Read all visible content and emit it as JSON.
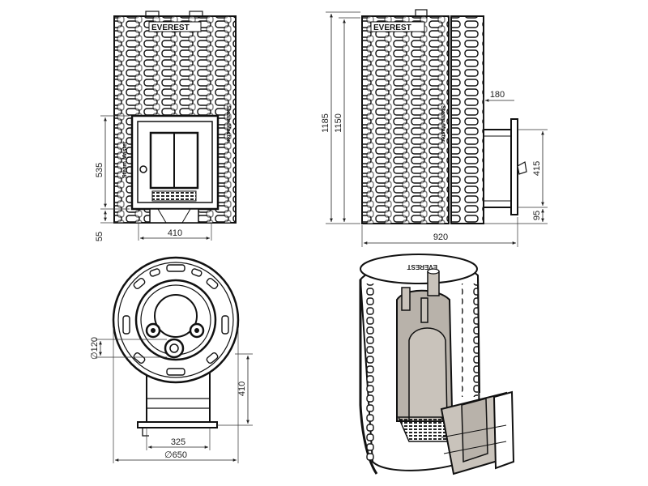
{
  "brand": {
    "name": "EVEREST",
    "model_text": "Steam Master"
  },
  "front_view": {
    "dims": {
      "height_door": "535",
      "base": "55",
      "width_door": "410"
    }
  },
  "side_view": {
    "dims": {
      "total_height": "1185",
      "body_height": "1150",
      "depth_tunnel": "180",
      "tunnel_height": "415",
      "tunnel_base": "95",
      "total_depth": "920"
    }
  },
  "top_view": {
    "dims": {
      "chimney_diameter": "∅120",
      "tunnel_depth": "410",
      "tunnel_width": "325",
      "diameter": "∅650"
    }
  }
}
